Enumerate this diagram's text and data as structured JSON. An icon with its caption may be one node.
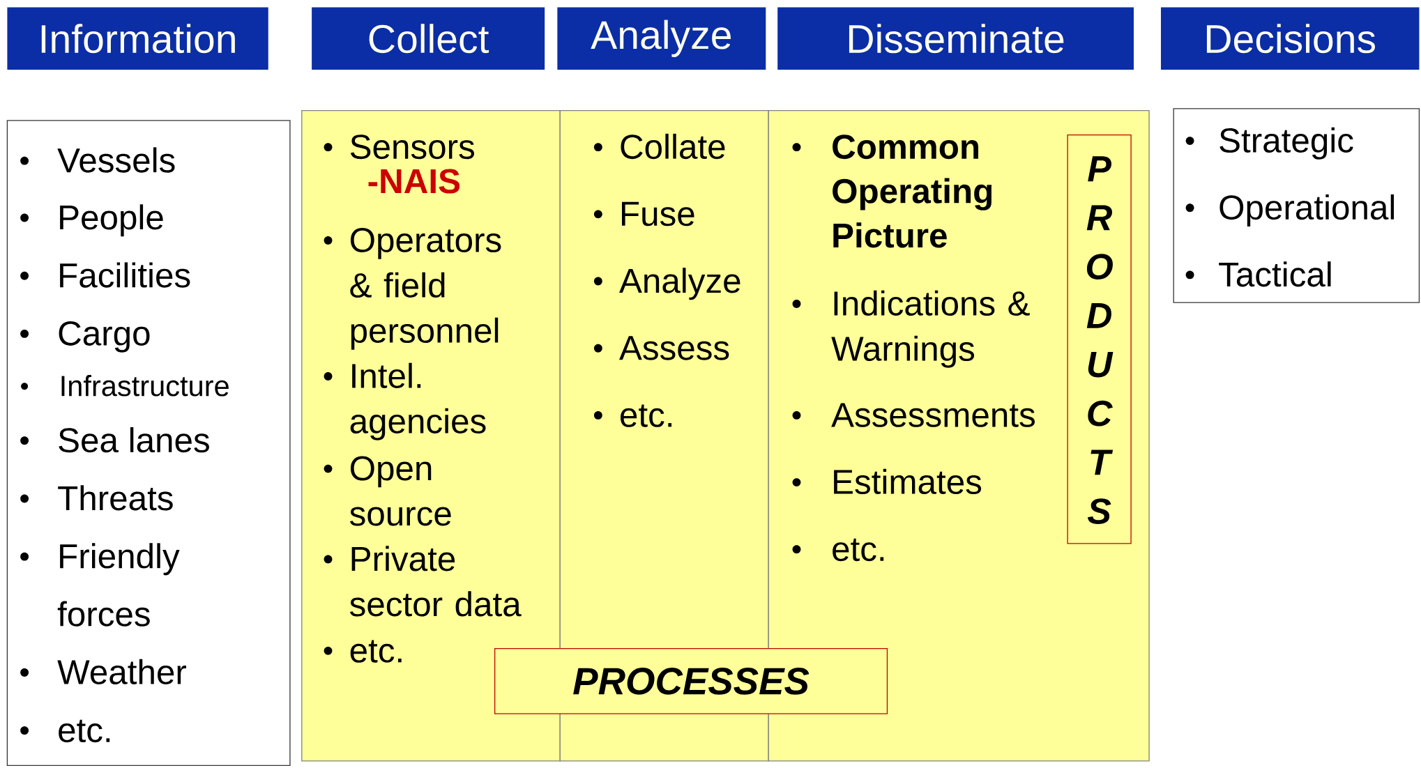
{
  "diagram": {
    "nodes": [
      {
        "text": [
          "Information"
        ]
      },
      {
        "text": [
          "Collect"
        ]
      },
      {
        "text": [
          "Analyze"
        ]
      },
      {
        "text": [
          "Disseminate"
        ]
      },
      {
        "text": [
          "Decisions"
        ]
      },
      {
        "text": [
          "Vessels",
          "People",
          "Facilities",
          "Cargo",
          "Infrastructure",
          "Sea lanes",
          "Threats",
          "Friendly forces",
          "Weather",
          "etc."
        ]
      },
      {
        "text": [
          "Sensors",
          "-NAIS",
          "Operators & field personnel",
          "Intel. agencies",
          "Open source",
          "Private sector data",
          "etc."
        ]
      },
      {
        "text": [
          "Collate",
          "Fuse",
          "Analyze",
          "Assess",
          "etc."
        ]
      },
      {
        "text": [
          "Common Operating Picture",
          "Indications & Warnings",
          "Assessments",
          "Estimates",
          "etc."
        ]
      },
      {
        "text": [
          "PRODUCTS"
        ],
        "in": 8
      },
      {
        "text": [
          "PROCESSES"
        ]
      },
      {
        "text": [
          "Strategic",
          "Operational",
          "Tactical"
        ]
      }
    ]
  }
}
